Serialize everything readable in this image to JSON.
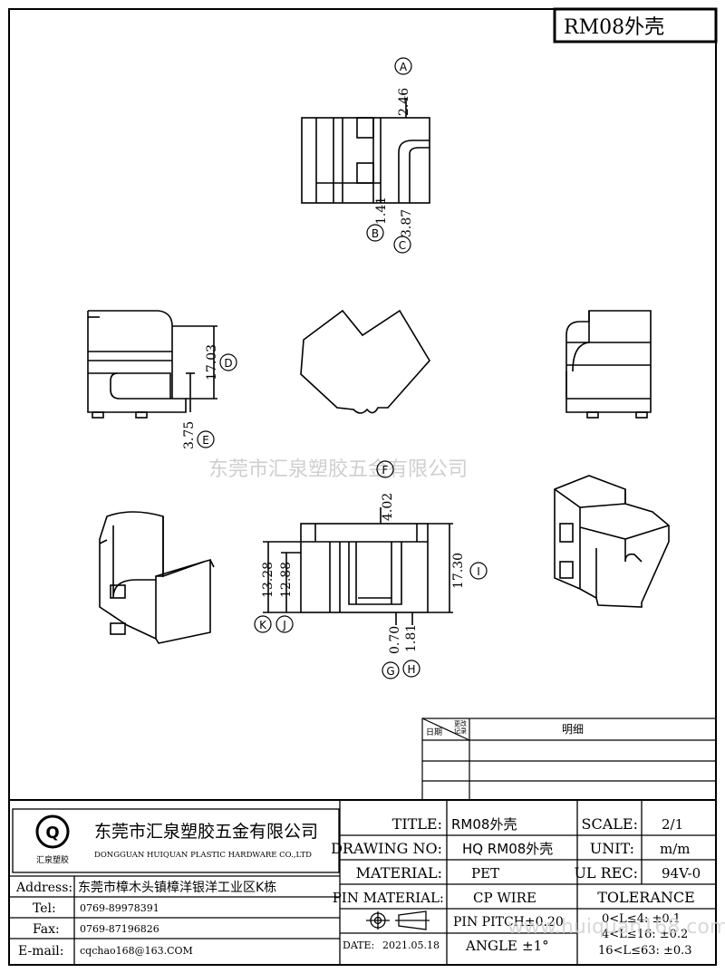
{
  "part_tag": "RM08外壳",
  "watermark": "东莞市汇泉塑胶五金有限公司",
  "watermark2": "www.huiquan168.com",
  "dimensions": {
    "a": "2.46",
    "b": "1.41",
    "c": "3.87",
    "d": "17.03",
    "e": "3.75",
    "f": "4.02",
    "i": "17.30",
    "j": "12.88",
    "k": "13.28",
    "g": "0.70",
    "h": "1.81"
  },
  "markers": {
    "a": "A",
    "b": "B",
    "c": "C",
    "d": "D",
    "e": "E",
    "f": "F",
    "g": "G",
    "h": "H",
    "i": "I",
    "j": "J",
    "k": "K"
  },
  "revision": {
    "date_label": "日期",
    "change_label_1": "更改",
    "change_label_2": "记录",
    "detail_label": "明细"
  },
  "company": {
    "name_cn": "东莞市汇泉塑胶五金有限公司",
    "name_en": "DONGGUAN HUIQUAN PLASTIC HARDWARE CO.,LTD",
    "logo_text": "汇泉塑胶",
    "logo_letter": "Q"
  },
  "contact": {
    "address_label": "Address:",
    "address": "东莞市樟木头镇樟洋银洋工业区K栋",
    "tel_label": "Tel:",
    "tel": "0769-89978391",
    "fax_label": "Fax:",
    "fax": "0769-87196826",
    "email_label": "E-mail:",
    "email": "cqchao168@163.COM"
  },
  "title_block": {
    "title_label": "TITLE:",
    "title": "RM08外壳",
    "drawing_no_label": "DRAWING NO:",
    "drawing_no": "HQ RM08外壳",
    "material_label": "MATERIAL:",
    "material": "PET",
    "pin_material_label": "PIN MATERIAL:",
    "pin_material": "CP WIRE",
    "date_label": "DATE:",
    "date": "2021.05.18",
    "pin_pitch": "PIN PITCH±0.20",
    "angle_label": "ANGLE",
    "angle": "±1°",
    "scale_label": "SCALE:",
    "scale": "2/1",
    "unit_label": "UNIT:",
    "unit": "m/m",
    "ul_label": "UL REC:",
    "ul": "94V-0",
    "tolerance_label": "TOLERANCE",
    "tol_1": "0<L≤4:  ±0.1",
    "tol_2": "4<L≤16: ±0.2",
    "tol_3": "16<L≤63: ±0.3"
  }
}
